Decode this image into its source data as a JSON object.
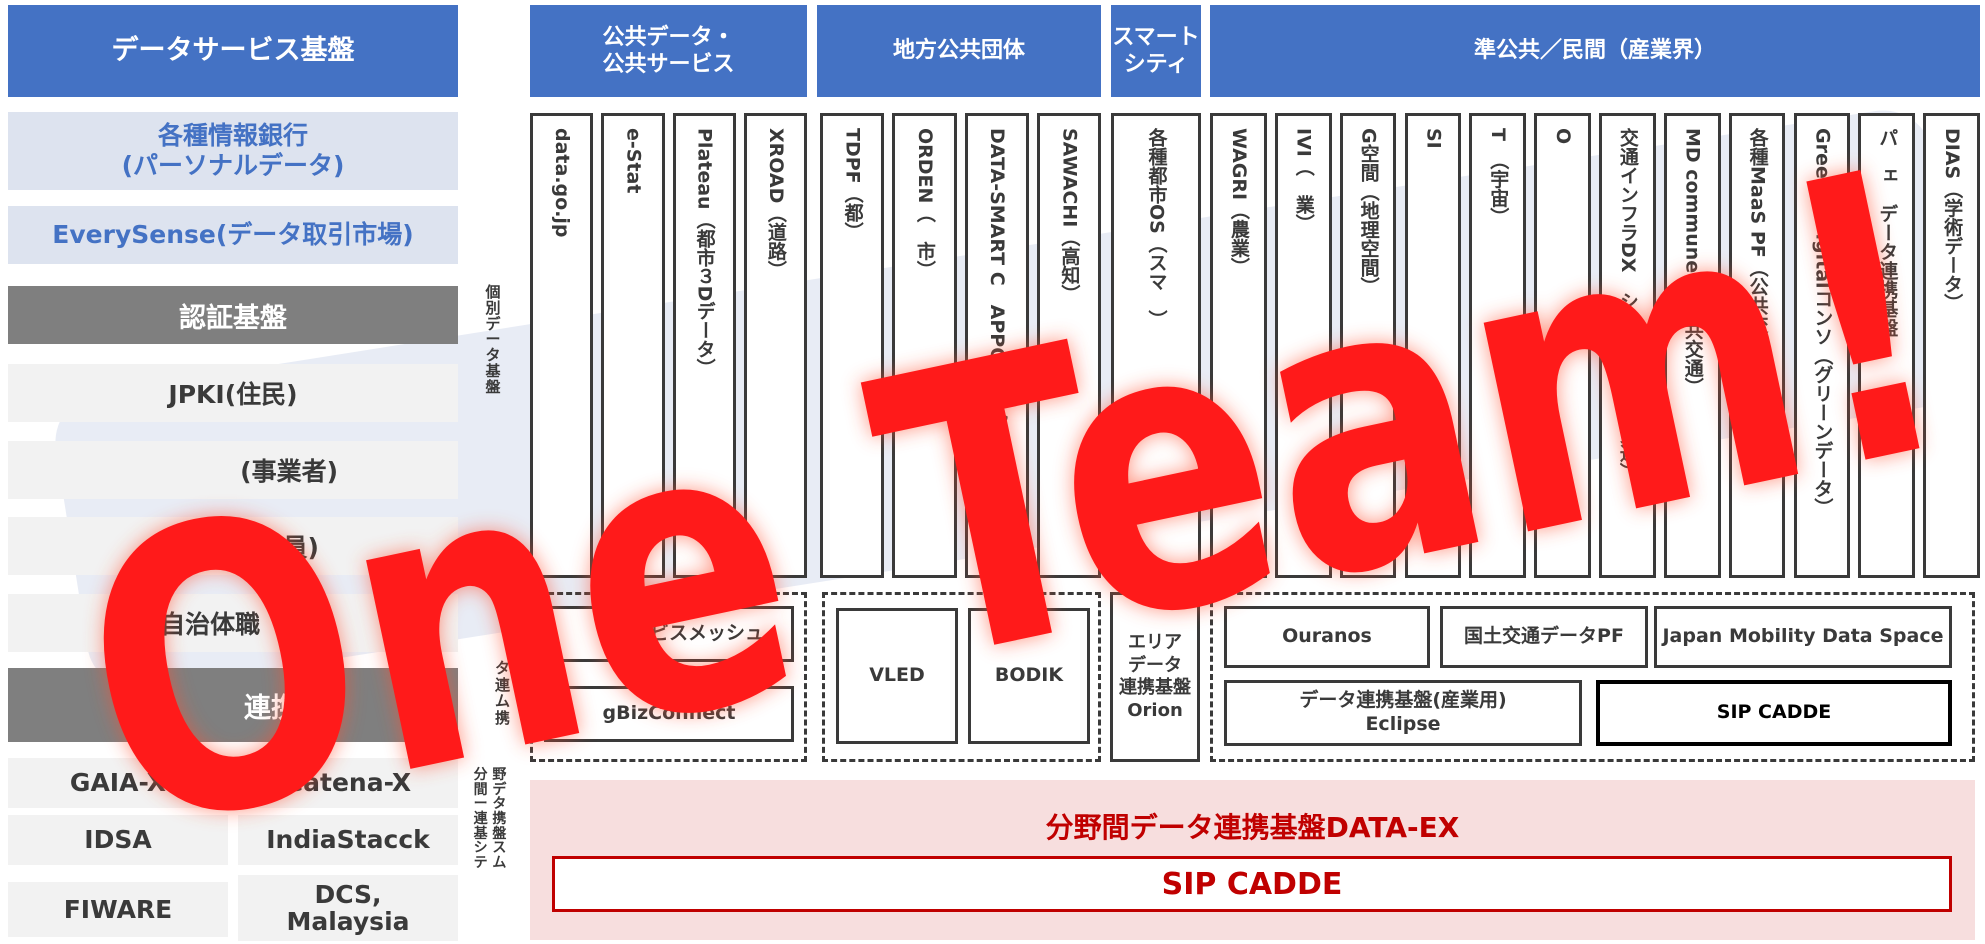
{
  "left_panel": {
    "header": "データサービス基盤",
    "info_bank": "各種情報銀行\n(パーソナルデータ)",
    "everysense": "EverySense(データ取引市場)",
    "auth_header": "認証基盤",
    "auth_items": [
      "JPKI(住民)",
      "(事業者)",
      "GIMA(官　員)",
      "自治体職　D"
    ],
    "linkage_header": "連携",
    "intl": [
      [
        "GAIA-X",
        "Catena-X"
      ],
      [
        "IDSA",
        "IndiaStacck"
      ],
      [
        "FIWARE",
        "DCS,\nMalaysia"
      ]
    ]
  },
  "side_labels": {
    "individual": "個\n別\nデ\nー\nタ\n基\n盤",
    "linkage": "タ\n連\nム　携",
    "cross": "分\n野\n間\nデ\nー\nタ\n連\n携\n基\n盤\nシ\nス\nテ\nム"
  },
  "categories": [
    {
      "header": "公共データ・\n公共サービス",
      "columns": [
        "data.go.jp",
        "e-Stat",
        "Plateau（都市３Dデータ）",
        "XROAD（道路）"
      ]
    },
    {
      "header": "地方公共団体",
      "columns": [
        "TDPF（都）",
        "ORDEN（　市）",
        "DATA-SMART C　APPORO(札幌市)",
        "SAWACHI（高知）"
      ]
    },
    {
      "header": "スマート\nシティ",
      "columns": [
        "各種都市OS（スマ　）"
      ]
    },
    {
      "header": "準公共／民間（産業界）",
      "columns": [
        "WAGRI（農業）",
        "IVI（　業）",
        "G空間（地理空間）",
        "SI　",
        "T　（宇宙）",
        "O　",
        "交通インフラDX　システム（公共交通）",
        "MD communet（公共交通）",
        "各種MaaS PF（公共交通）",
        "Green x Digitalコンソ（グリーンデータ）",
        "パ　ェ　データ連携基盤",
        "DIAS（学術データ）"
      ]
    }
  ],
  "linkage": {
    "public": [
      "　　　　ビスメッシュ",
      "gBizConnect"
    ],
    "local": [
      "VLED",
      "BODIK"
    ],
    "smart": "エリア\nデータ\n連携基盤\nOrion",
    "private_top": [
      "Ouranos",
      "国土交通データPF",
      "Japan Mobility Data Space"
    ],
    "private_bottom": [
      "データ連携基盤(産業用)\nEclipse",
      "SIP CADDE"
    ]
  },
  "dataex": {
    "title": "分野間データ連携基盤DATA-EX",
    "box": "SIP CADDE"
  },
  "overlay_text": "One Team!",
  "colors": {
    "header_blue": "#4472c4",
    "light_blue": "#dde3ef",
    "gray": "#7f7f7f",
    "dataex_red": "#c00000",
    "overlay_red": "#ff1a1a"
  }
}
